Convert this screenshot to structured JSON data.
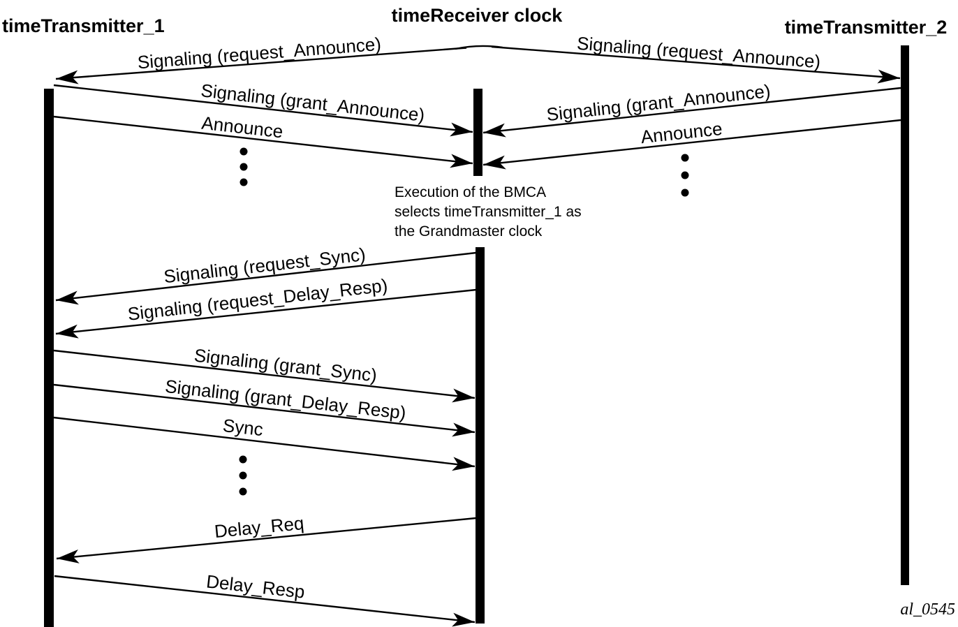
{
  "diagram": {
    "colors": {
      "foreground": "#000000",
      "background": "#ffffff"
    },
    "actors": [
      {
        "id": "timeTransmitter_1",
        "label": "timeTransmitter_1"
      },
      {
        "id": "timeReceiver",
        "label": "timeReceiver clock"
      },
      {
        "id": "timeTransmitter_2",
        "label": "timeTransmitter_2"
      }
    ],
    "messages": [
      {
        "label": "Signaling (request_Announce)",
        "from": "timeReceiver",
        "to": "timeTransmitter_1"
      },
      {
        "label": "Signaling (request_Announce)",
        "from": "timeReceiver",
        "to": "timeTransmitter_2"
      },
      {
        "label": "Signaling (grant_Announce)",
        "from": "timeTransmitter_1",
        "to": "timeReceiver"
      },
      {
        "label": "Signaling (grant_Announce)",
        "from": "timeTransmitter_2",
        "to": "timeReceiver"
      },
      {
        "label": "Announce",
        "from": "timeTransmitter_1",
        "to": "timeReceiver"
      },
      {
        "label": "Announce",
        "from": "timeTransmitter_2",
        "to": "timeReceiver"
      },
      {
        "label": "Signaling (request_Sync)",
        "from": "timeReceiver",
        "to": "timeTransmitter_1"
      },
      {
        "label": "Signaling (request_Delay_Resp)",
        "from": "timeReceiver",
        "to": "timeTransmitter_1"
      },
      {
        "label": "Signaling (grant_Sync)",
        "from": "timeTransmitter_1",
        "to": "timeReceiver"
      },
      {
        "label": "Signaling (grant_Delay_Resp)",
        "from": "timeTransmitter_1",
        "to": "timeReceiver"
      },
      {
        "label": "Sync",
        "from": "timeTransmitter_1",
        "to": "timeReceiver"
      },
      {
        "label": "Delay_Req",
        "from": "timeReceiver",
        "to": "timeTransmitter_1"
      },
      {
        "label": "Delay_Resp",
        "from": "timeTransmitter_1",
        "to": "timeReceiver"
      }
    ],
    "note": {
      "lines": [
        "Execution of the BMCA",
        "selects timeTransmitter_1 as",
        "the Grandmaster clock"
      ]
    },
    "ellipses": {
      "glyph": "vertical-dots",
      "locations": [
        "left-top",
        "right-top",
        "left-bottom"
      ]
    },
    "watermark": "al_0545"
  }
}
